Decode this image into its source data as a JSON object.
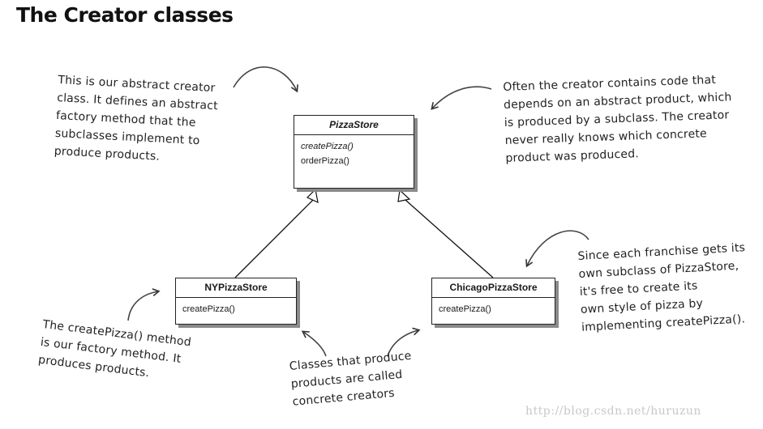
{
  "title": "The Creator classes",
  "classes": {
    "pizza_store": {
      "name": "PizzaStore",
      "methods": [
        "createPizza()",
        "orderPizza()"
      ]
    },
    "ny_pizza_store": {
      "name": "NYPizzaStore",
      "methods": [
        "createPizza()"
      ]
    },
    "chicago_pizza_store": {
      "name": "ChicagoPizzaStore",
      "methods": [
        "createPizza()"
      ]
    }
  },
  "notes": {
    "abstract_creator": [
      "This is our abstract creator",
      "class.  It defines an abstract",
      "factory method that the",
      "subclasses implement to",
      "produce products."
    ],
    "abstract_product": [
      "Often the creator contains code that",
      "depends on an abstract product, which",
      "is produced by a subclass.  The creator",
      "never really knows which concrete",
      "product was produced."
    ],
    "franchise": [
      "Since each franchise gets its",
      "own subclass of PizzaStore,",
      "it's free to create its",
      "own style of pizza by",
      "implementing createPizza()."
    ],
    "factory_method": [
      "The createPizza() method",
      "is our factory method.  It",
      "produces products."
    ],
    "concrete_creators": [
      "Classes that produce",
      "products are called",
      "concrete creators"
    ]
  },
  "watermark": "http://blog.csdn.net/huruzun"
}
